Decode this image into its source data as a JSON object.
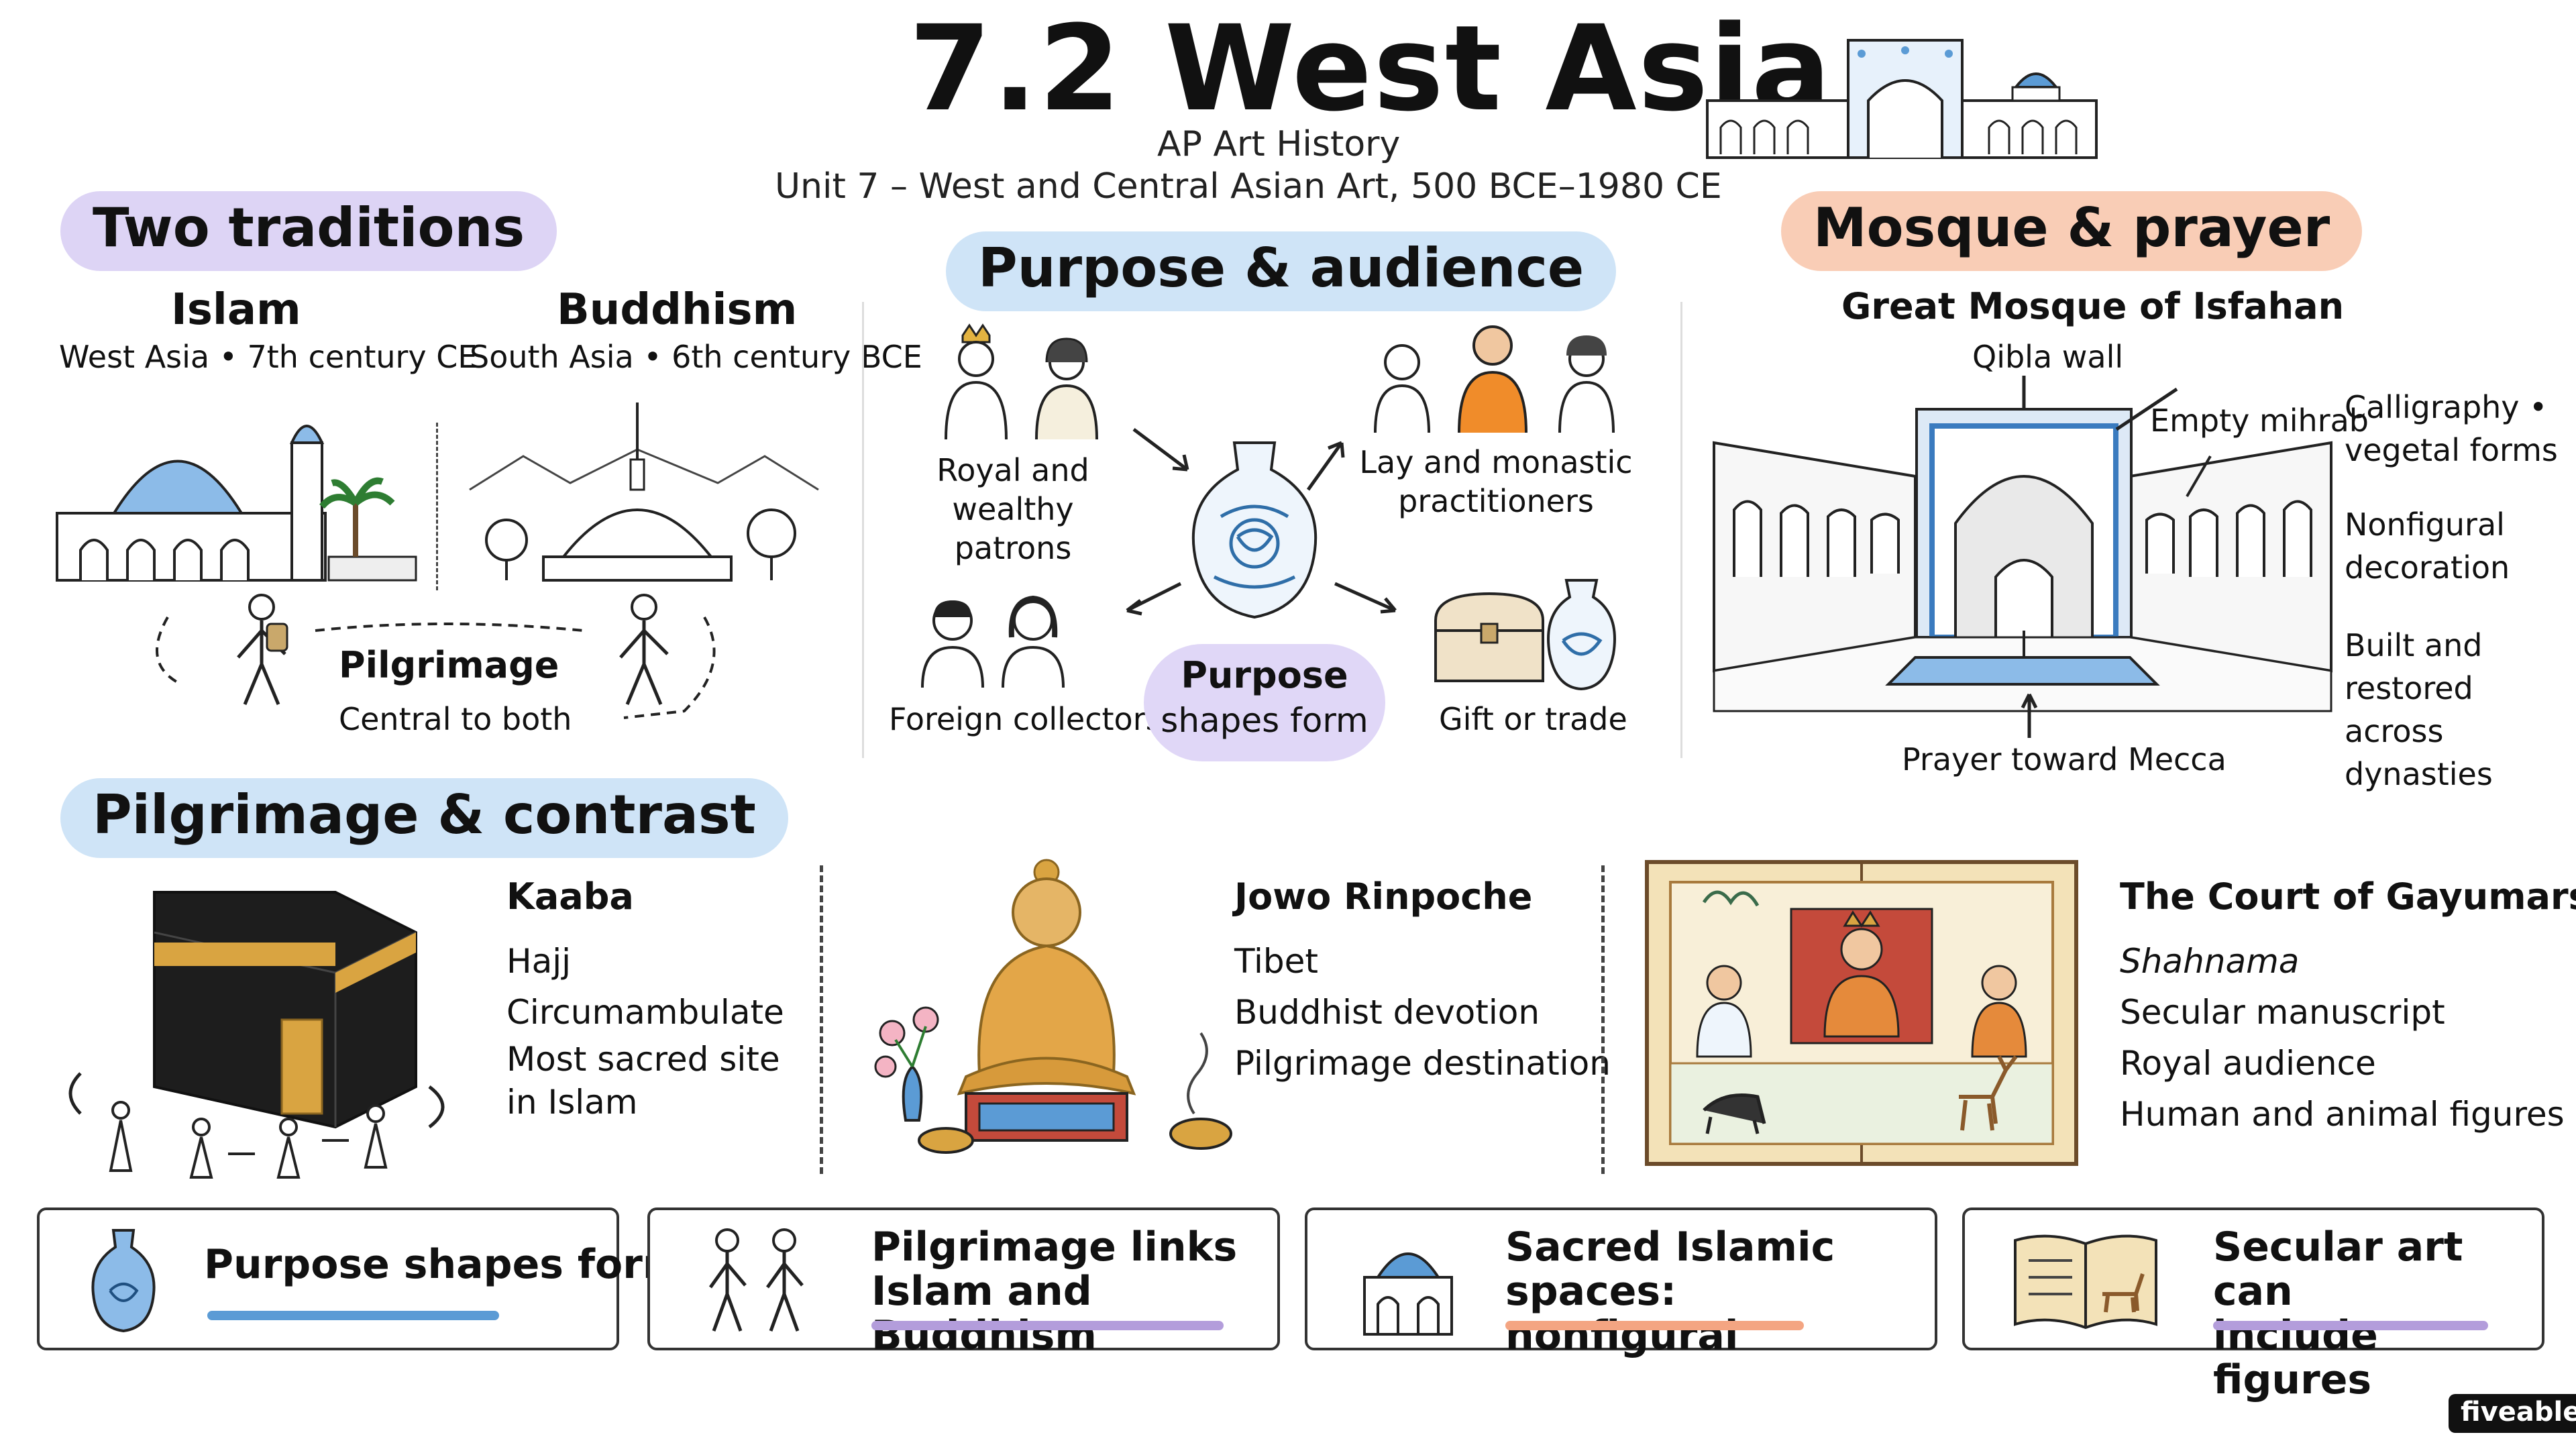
{
  "header": {
    "title": "7.2 West Asia",
    "subtitle1": "AP Art History",
    "subtitle2": "Unit 7 – West and Central Asian Art, 500 BCE–1980 CE"
  },
  "two_traditions": {
    "heading": "Two traditions",
    "islam": {
      "name": "Islam",
      "detail": "West Asia • 7th century CE"
    },
    "buddhism": {
      "name": "Buddhism",
      "detail": "South Asia • 6th century BCE"
    },
    "pilgrimage": {
      "title": "Pilgrimage",
      "caption": "Central to both"
    }
  },
  "purpose_audience": {
    "heading": "Purpose & audience",
    "royal": "Royal and\nwealthy patrons",
    "lay": "Lay and monastic\npractitioners",
    "foreign": "Foreign collectors",
    "gift": "Gift or trade",
    "center_line1": "Purpose",
    "center_line2": "shapes form"
  },
  "mosque_prayer": {
    "heading": "Mosque & prayer",
    "site": "Great Mosque of Isfahan",
    "qibla": "Qibla wall",
    "mihrab": "Empty mihrab",
    "mecca": "Prayer toward Mecca",
    "notes": [
      "Calligraphy •\nvegetal forms",
      "Nonfigural\ndecoration",
      "Built and restored\nacross dynasties"
    ]
  },
  "pilgrimage_contrast": {
    "heading": "Pilgrimage & contrast",
    "kaaba": {
      "title": "Kaaba",
      "lines": [
        "Hajj",
        "Circumambulate",
        "Most sacred site\nin Islam"
      ]
    },
    "jowo": {
      "title": "Jowo Rinpoche",
      "lines": [
        "Tibet",
        "Buddhist devotion",
        "Pilgrimage destination"
      ]
    },
    "court": {
      "title": "The Court of Gayumars",
      "lines": [
        "Shahnama",
        "Secular manuscript",
        "Royal audience",
        "Human and animal figures"
      ]
    }
  },
  "summary_cards": [
    {
      "text": "Purpose shapes form",
      "color": "#5b9bd5"
    },
    {
      "text": "Pilgrimage links\nIslam and Buddhism",
      "color": "#b39ddb"
    },
    {
      "text": "Sacred Islamic spaces:\nnonfigural",
      "color": "#f4a582"
    },
    {
      "text": "Secular art can\ninclude figures",
      "color": "#b39ddb"
    }
  ],
  "brand": "fiveable",
  "colors": {
    "blue": "#5b9bd5",
    "purple": "#b39ddb",
    "orange": "#f4a582",
    "gold": "#d9a441"
  }
}
